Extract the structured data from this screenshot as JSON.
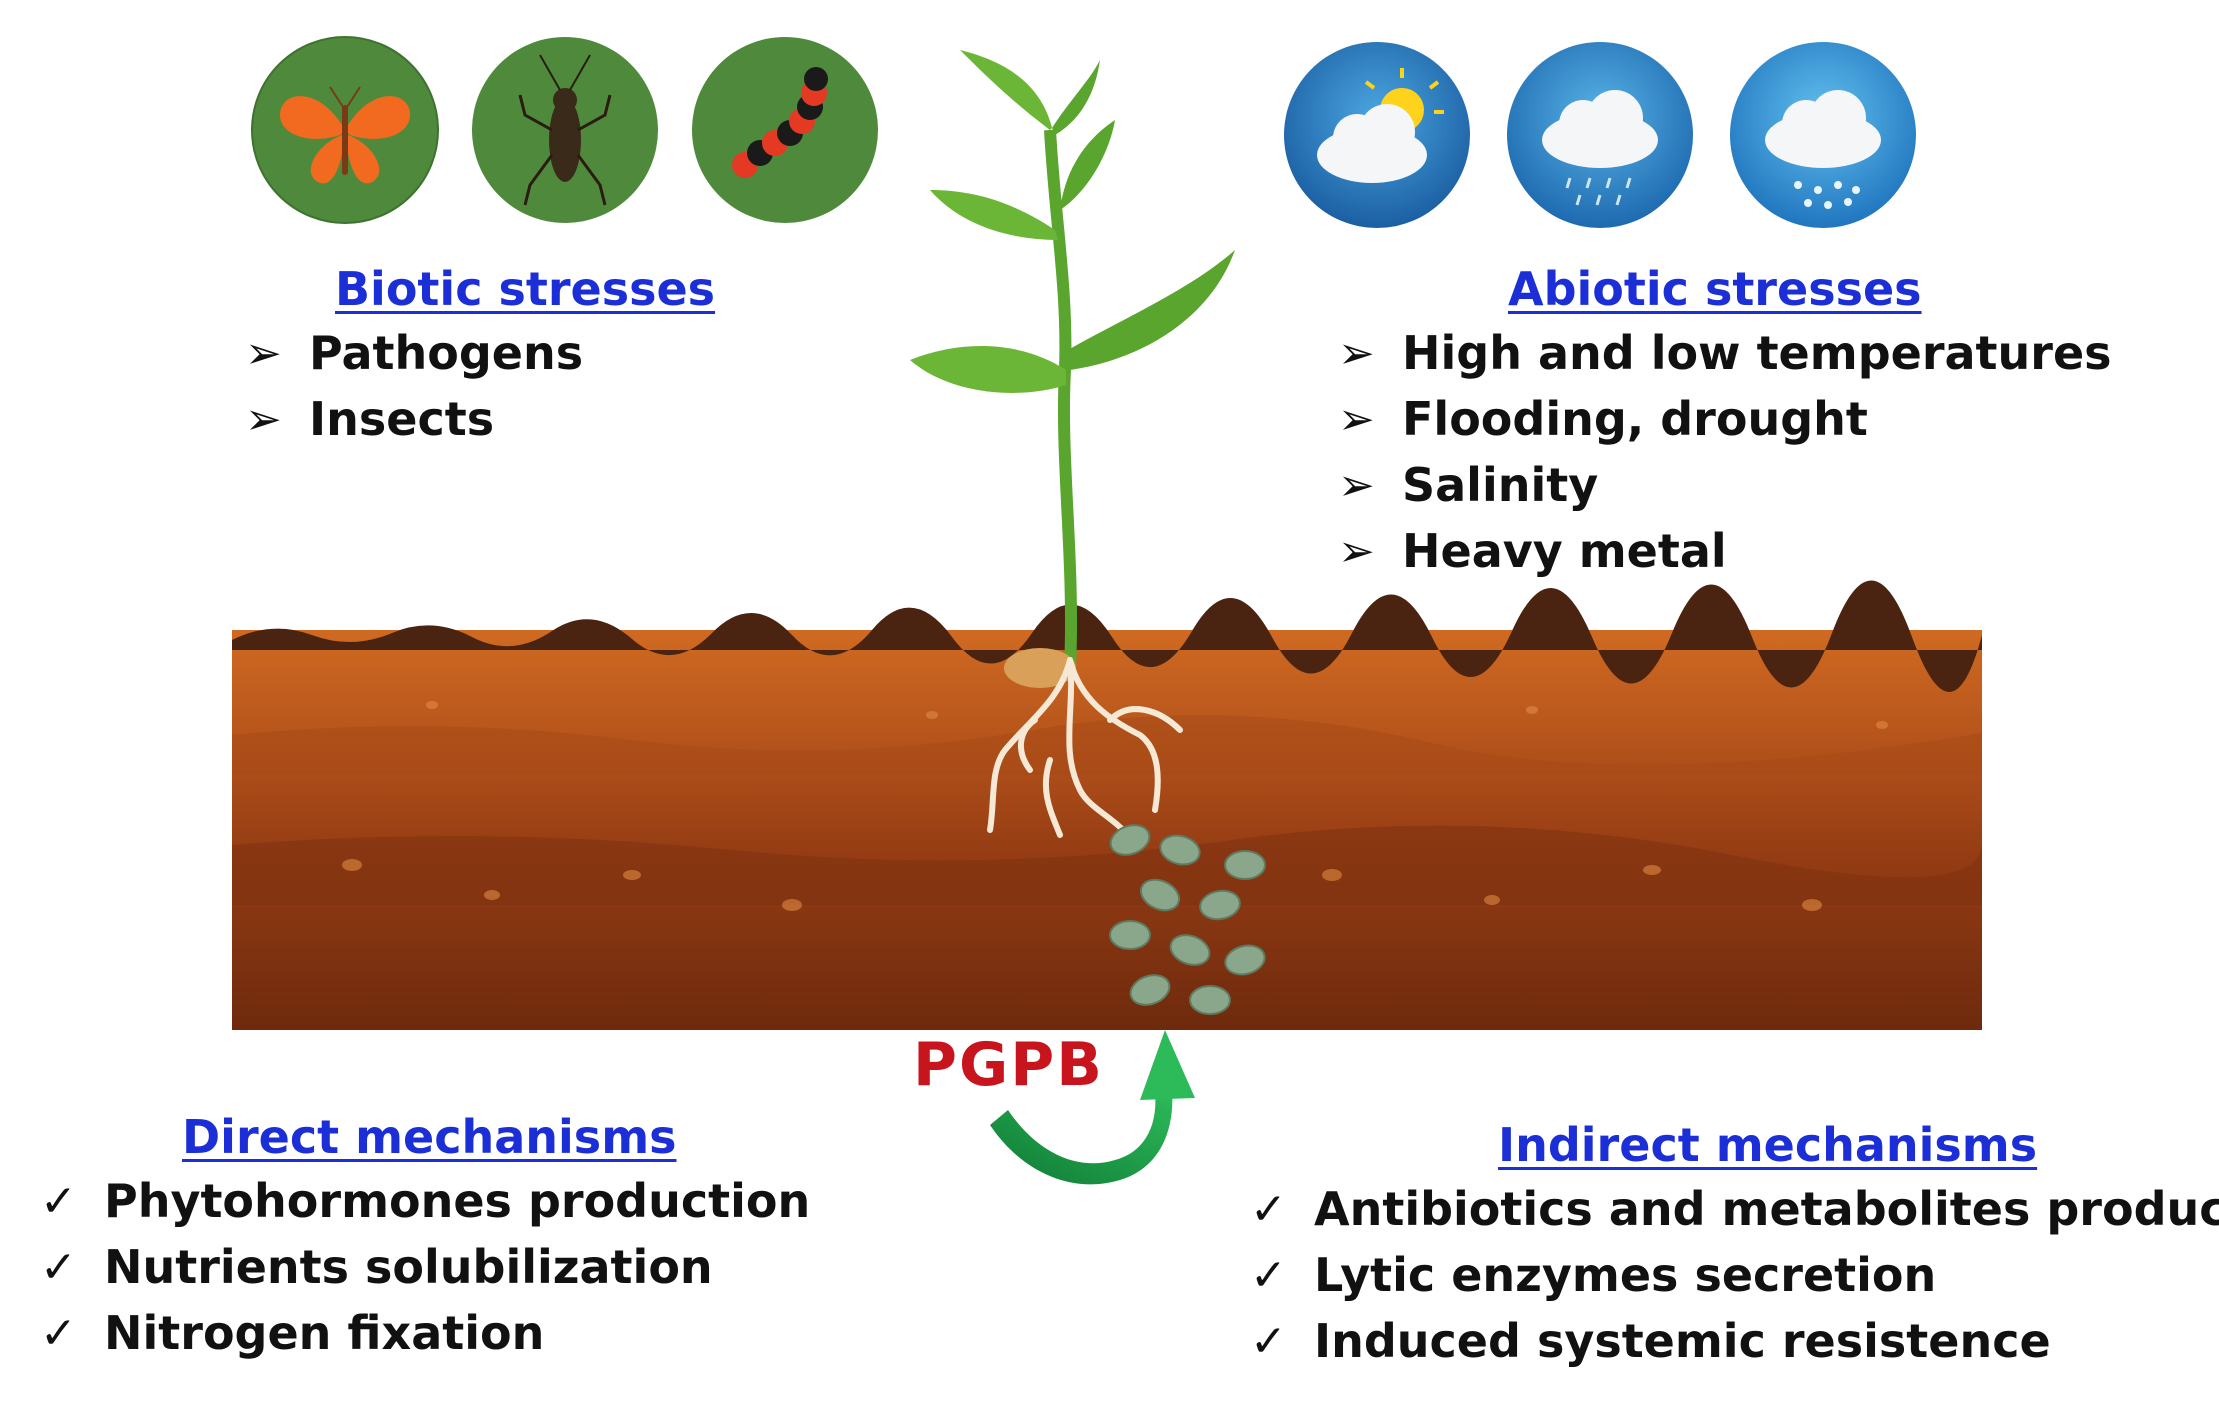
{
  "biotic": {
    "heading": "Biotic stresses",
    "items": [
      "Pathogens",
      "Insects"
    ],
    "icons": [
      "butterfly-icon",
      "cricket-icon",
      "caterpillar-icon"
    ]
  },
  "abiotic": {
    "heading": "Abiotic stresses",
    "items": [
      "High and low temperatures",
      "Flooding, drought",
      "Salinity",
      "Heavy metal"
    ],
    "icons": [
      "sun-cloud-icon",
      "rain-cloud-icon",
      "snow-cloud-icon"
    ]
  },
  "direct": {
    "heading": "Direct mechanisms",
    "items": [
      "Phytohormones production",
      "Nutrients solubilization",
      "Nitrogen fixation"
    ]
  },
  "indirect": {
    "heading": "Indirect mechanisms",
    "items": [
      "Antibiotics and metabolites production",
      "Lytic enzymes secretion",
      "Induced systemic resistence"
    ]
  },
  "center": {
    "label": "PGPB"
  },
  "colors": {
    "heading": "#1c2fd6",
    "pgpb": "#c8151d",
    "arrow": "#1f9b4a",
    "leaf": "#5aa52e",
    "soil_top": "#c7631f",
    "soil_bottom": "#6e2a0d"
  },
  "markers": {
    "arrow": "➢",
    "check": "✓"
  }
}
